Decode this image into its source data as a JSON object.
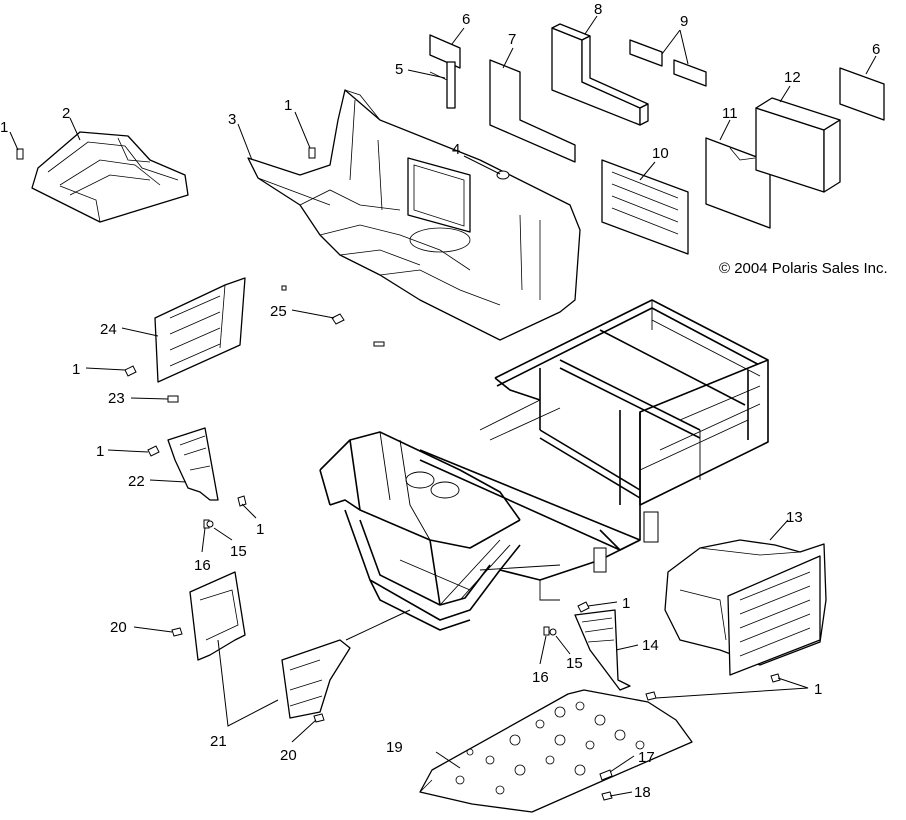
{
  "copyright": "© 2004 Polaris Sales Inc.",
  "callouts": [
    {
      "id": "c1a",
      "label": "1"
    },
    {
      "id": "c2",
      "label": "2"
    },
    {
      "id": "c3",
      "label": "3"
    },
    {
      "id": "c1b",
      "label": "1"
    },
    {
      "id": "c4",
      "label": "4"
    },
    {
      "id": "c5",
      "label": "5"
    },
    {
      "id": "c6a",
      "label": "6"
    },
    {
      "id": "c7",
      "label": "7"
    },
    {
      "id": "c8",
      "label": "8"
    },
    {
      "id": "c9",
      "label": "9"
    },
    {
      "id": "c10",
      "label": "10"
    },
    {
      "id": "c11",
      "label": "11"
    },
    {
      "id": "c12",
      "label": "12"
    },
    {
      "id": "c6b",
      "label": "6"
    },
    {
      "id": "c24",
      "label": "24"
    },
    {
      "id": "c25",
      "label": "25"
    },
    {
      "id": "c1c",
      "label": "1"
    },
    {
      "id": "c23",
      "label": "23"
    },
    {
      "id": "c1d",
      "label": "1"
    },
    {
      "id": "c22",
      "label": "22"
    },
    {
      "id": "c1e",
      "label": "1"
    },
    {
      "id": "c16a",
      "label": "16"
    },
    {
      "id": "c15a",
      "label": "15"
    },
    {
      "id": "c20a",
      "label": "20"
    },
    {
      "id": "c21",
      "label": "21"
    },
    {
      "id": "c20b",
      "label": "20"
    },
    {
      "id": "c13",
      "label": "13"
    },
    {
      "id": "c1f",
      "label": "1"
    },
    {
      "id": "c14",
      "label": "14"
    },
    {
      "id": "c16b",
      "label": "16"
    },
    {
      "id": "c15b",
      "label": "15"
    },
    {
      "id": "c1g",
      "label": "1"
    },
    {
      "id": "c19",
      "label": "19"
    },
    {
      "id": "c17",
      "label": "17"
    },
    {
      "id": "c18",
      "label": "18"
    }
  ]
}
